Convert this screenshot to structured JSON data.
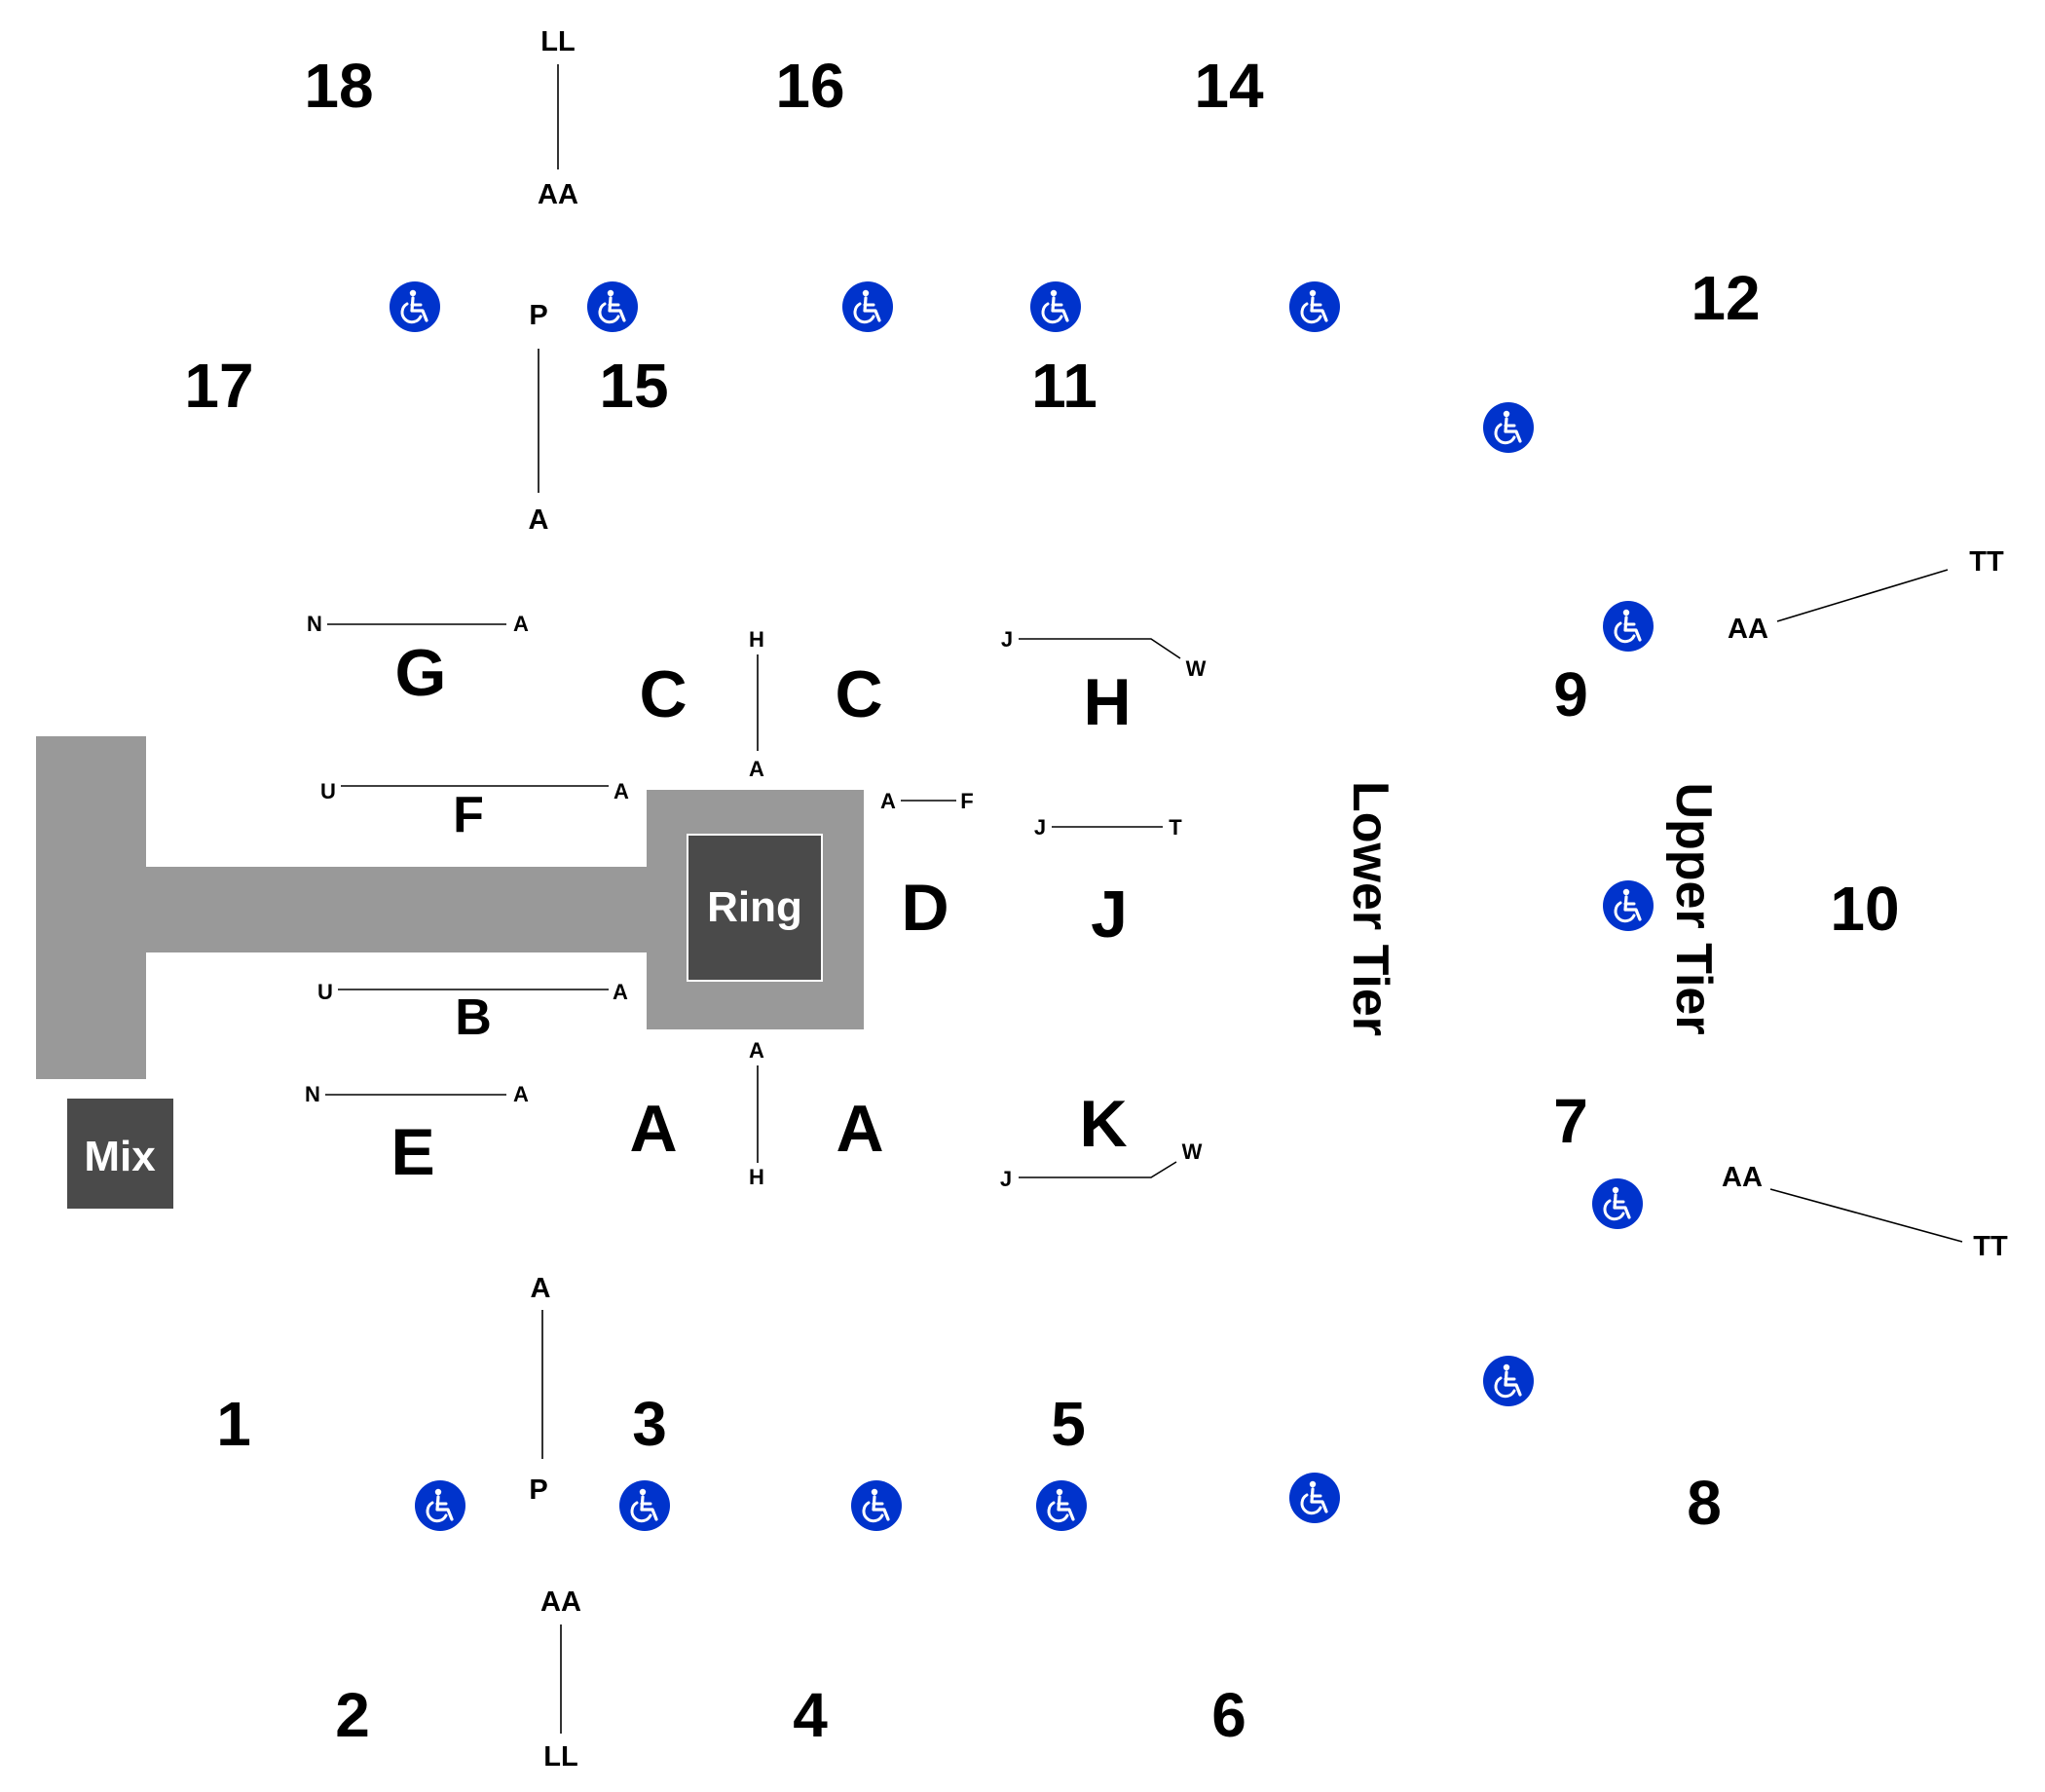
{
  "colors": {
    "stage": "#999999",
    "dark_box": "#4a4a4a",
    "accessible": "#0033cc",
    "text": "#000000"
  },
  "icons": {
    "accessible": "wheelchair-icon"
  },
  "stage": {
    "ring_label": "Ring",
    "mix_label": "Mix"
  },
  "tiers": {
    "lower": "Lower Tier",
    "upper": "Upper Tier"
  },
  "sections": {
    "s1": "1",
    "s2": "2",
    "s3": "3",
    "s4": "4",
    "s5": "5",
    "s6": "6",
    "s7": "7",
    "s8": "8",
    "s9": "9",
    "s10": "10",
    "s11": "11",
    "s12": "12",
    "s14": "14",
    "s15": "15",
    "s16": "16",
    "s17": "17",
    "s18": "18"
  },
  "floor_sections": {
    "G": "G",
    "F": "F",
    "B": "B",
    "E": "E",
    "C_left": "C",
    "C_right": "C",
    "D": "D",
    "A_left": "A",
    "A_right": "A",
    "H": "H",
    "J": "J",
    "K": "K"
  },
  "row_labels": {
    "sec18_16_top": "LL",
    "sec18_16_bottom": "AA",
    "sec17_15_top": "P",
    "sec17_15_bottom": "A",
    "sec1_3_top": "A",
    "sec1_3_bottom": "P",
    "sec2_4_top": "AA",
    "sec2_4_bottom": "LL",
    "sec9_start": "AA",
    "sec9_end": "TT",
    "sec7_start": "AA",
    "sec7_end": "TT",
    "G_left": "N",
    "G_right": "A",
    "F_left": "U",
    "F_right": "A",
    "B_left": "U",
    "B_right": "A",
    "E_left": "N",
    "E_right": "A",
    "C_top": "H",
    "C_bottom": "A",
    "A_top": "A",
    "A_bottom": "H",
    "D_left": "A",
    "D_right": "F",
    "H_left": "J",
    "H_right": "W",
    "J_left": "J",
    "J_right": "T",
    "K_left": "J",
    "K_right": "W"
  }
}
